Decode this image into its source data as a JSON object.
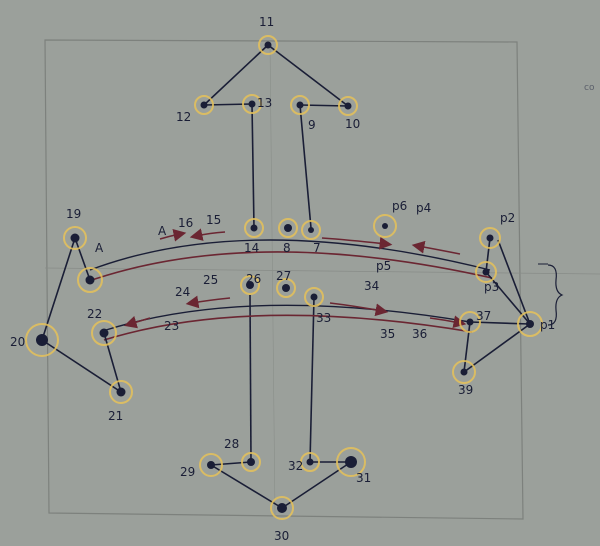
{
  "sheet": {
    "paper_color": "#9a9f9a",
    "ink_color": "#1a1e36",
    "highlight_color": "#e6c25a",
    "arrow_color": "#6b2632"
  },
  "labels": {
    "n11": "11",
    "n12": "12",
    "n13": "13",
    "n9": "9",
    "n10": "10",
    "n19": "19",
    "nA1": "A",
    "nA2": "A",
    "n16": "16",
    "n15": "15",
    "n14": "14",
    "n8": "8",
    "n7": "7",
    "np6": "p6",
    "np4": "p4",
    "np5": "p5",
    "np2": "p2",
    "np3": "p3",
    "np1": "p1",
    "n20": "20",
    "n22": "22",
    "n23": "23",
    "n24": "24",
    "n25": "25",
    "n26": "26",
    "n27": "27",
    "n34": "34",
    "n33": "33",
    "n35": "35",
    "n36": "36",
    "n37": "37",
    "n39": "39",
    "n21": "21",
    "n28": "28",
    "n29": "29",
    "n32": "32",
    "n31": "31",
    "n30": "30",
    "edge_co": "co"
  }
}
